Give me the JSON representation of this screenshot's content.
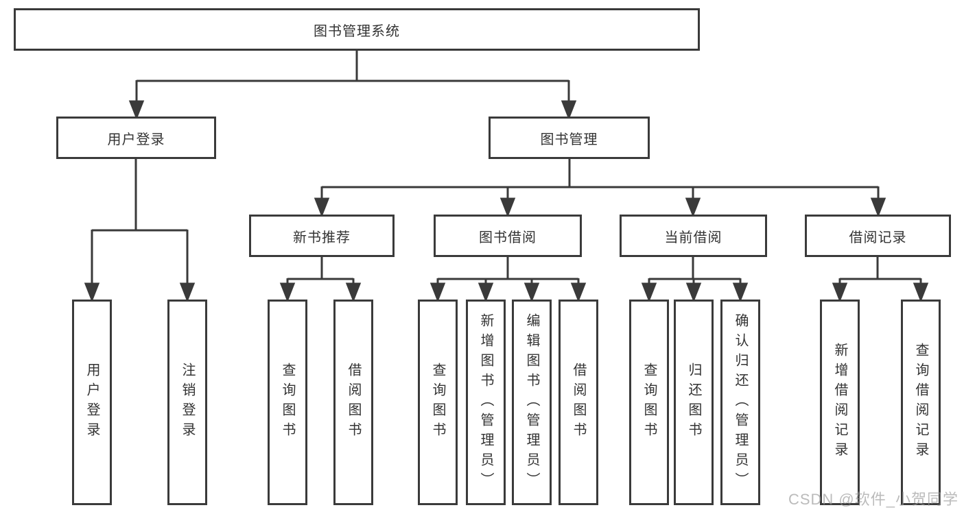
{
  "tree": {
    "label": "图书管理系统",
    "children": [
      {
        "label": "用户登录",
        "children": [
          {
            "label": "用户登录"
          },
          {
            "label": "注销登录"
          }
        ]
      },
      {
        "label": "图书管理",
        "children": [
          {
            "label": "新书推荐",
            "children": [
              {
                "label": "查询图书"
              },
              {
                "label": "借阅图书"
              }
            ]
          },
          {
            "label": "图书借阅",
            "children": [
              {
                "label": "查询图书"
              },
              {
                "label": "新增图书（管理员）"
              },
              {
                "label": "编辑图书（管理员）"
              },
              {
                "label": "借阅图书"
              }
            ]
          },
          {
            "label": "当前借阅",
            "children": [
              {
                "label": "查询图书"
              },
              {
                "label": "归还图书"
              },
              {
                "label": "确认归还（管理员）"
              }
            ]
          },
          {
            "label": "借阅记录",
            "children": [
              {
                "label": "新增借阅记录"
              },
              {
                "label": "查询借阅记录"
              }
            ]
          }
        ]
      }
    ]
  },
  "watermark": {
    "text": "CSDN @软件_小贺同学"
  },
  "colors": {
    "line": "#3a3a3a",
    "text": "#333333",
    "background": "#ffffff",
    "watermark": "#969696"
  }
}
